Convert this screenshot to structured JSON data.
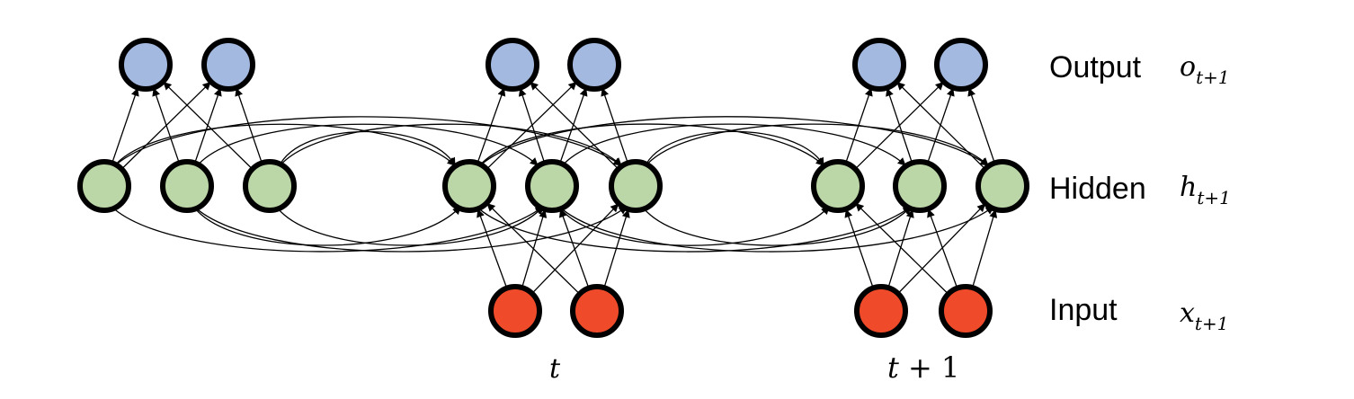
{
  "colors": {
    "output": "#a4b9e0",
    "hidden": "#bcd7a7",
    "input": "#ef4b2b",
    "stroke": "#000000"
  },
  "rows": {
    "output": {
      "label": "Output",
      "symbol": "o",
      "subscript": "t+1"
    },
    "hidden": {
      "label": "Hidden",
      "symbol": "h",
      "subscript": "t+1"
    },
    "input": {
      "label": "Input",
      "symbol": "x",
      "subscript": "t+1"
    }
  },
  "time_labels": {
    "t": {
      "symbol": "t",
      "suffix": ""
    },
    "t_plus_1": {
      "symbol": "t",
      "suffix": " + 1"
    }
  },
  "steps": [
    {
      "id": "prev",
      "output_nodes": 2,
      "hidden_nodes": 3,
      "input_nodes": 0
    },
    {
      "id": "t",
      "output_nodes": 2,
      "hidden_nodes": 3,
      "input_nodes": 2
    },
    {
      "id": "t_plus_1",
      "output_nodes": 2,
      "hidden_nodes": 3,
      "input_nodes": 2
    }
  ]
}
